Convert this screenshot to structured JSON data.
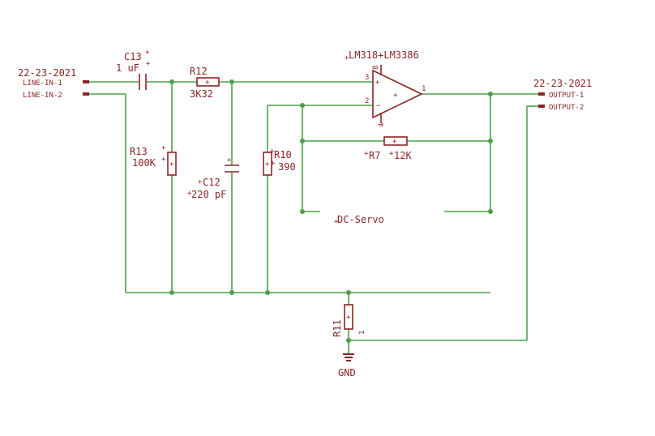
{
  "date_left": "22-23-2021",
  "date_right": "22-23-2021",
  "connectors": {
    "line_in_1": "LINE-IN-1",
    "line_in_2": "LINE-IN-2",
    "output_1": "OUTPUT-1",
    "output_2": "OUTPUT-2"
  },
  "components": {
    "c13": {
      "name": "C13",
      "value": "1 uF"
    },
    "r12": {
      "name": "R12",
      "value": "3K32"
    },
    "r13": {
      "name": "R13",
      "value": "100K"
    },
    "c12": {
      "name": "C12",
      "value": "220 pF"
    },
    "r10": {
      "name": "R10",
      "value": "390"
    },
    "r7": {
      "name": "R7",
      "value": "12K"
    },
    "r11": {
      "name": "R11",
      "pin": "1"
    },
    "opamp": {
      "name": "LM318+LM3386",
      "pin_in_plus": "3",
      "pin_in_minus": "2",
      "pin_out": "1",
      "pin_v_plus": "8",
      "pin_v_minus": "4"
    },
    "gnd": {
      "label": "GND"
    }
  },
  "net_label": "DC-Servo",
  "colors": {
    "wire": "#4aa04a",
    "part": "#8b2525",
    "background": "#ffffff"
  }
}
